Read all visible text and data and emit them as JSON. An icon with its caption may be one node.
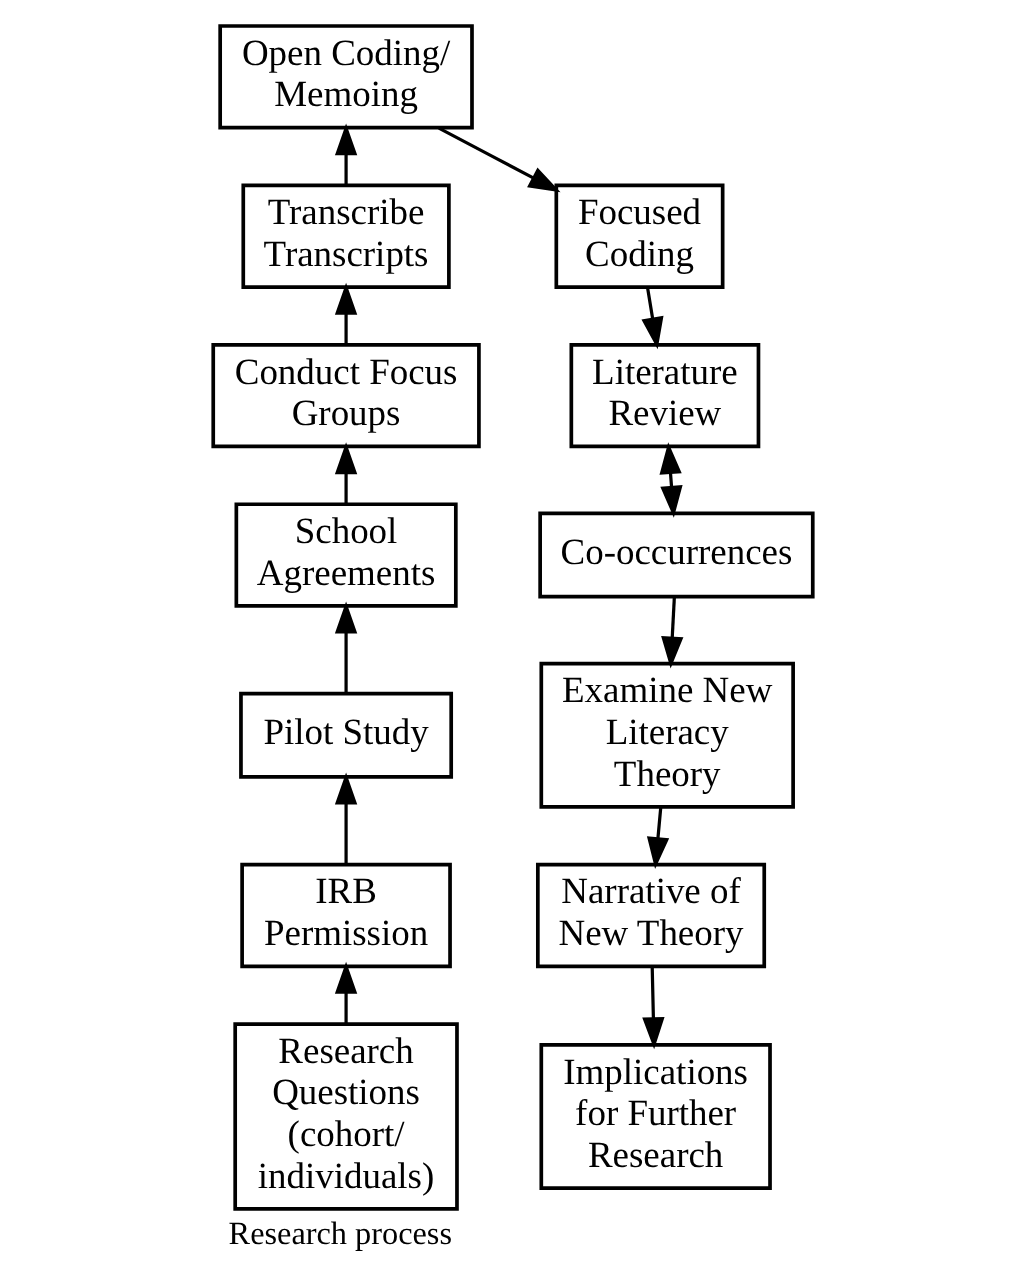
{
  "diagram": {
    "caption": "Research process",
    "nodes": [
      {
        "text": [
          "Open Coding/ Memoing"
        ]
      },
      {
        "text": [
          "Transcribe Transcripts"
        ]
      },
      {
        "text": [
          "Focused Coding"
        ]
      },
      {
        "text": [
          "Literature Review"
        ]
      },
      {
        "text": [
          "Conduct Focus Groups"
        ]
      },
      {
        "text": [
          "Co-occurrences"
        ]
      },
      {
        "text": [
          "Examine New Literacy Theory"
        ]
      },
      {
        "text": [
          "School Agreements"
        ]
      },
      {
        "text": [
          "Narrative of New Theory"
        ]
      },
      {
        "text": [
          "Pilot Study"
        ]
      },
      {
        "text": [
          "IRB Permission"
        ]
      },
      {
        "text": [
          "Implications for Further Research"
        ]
      },
      {
        "text": [
          "Research Questions (cohort/ individuals)"
        ]
      }
    ],
    "edges": [
      {
        "from": 12,
        "to": 10,
        "arrow": "to"
      },
      {
        "from": 10,
        "to": 9,
        "arrow": "to"
      },
      {
        "from": 9,
        "to": 7,
        "arrow": "to"
      },
      {
        "from": 7,
        "to": 4,
        "arrow": "to"
      },
      {
        "from": 4,
        "to": 1,
        "arrow": "to"
      },
      {
        "from": 1,
        "to": 0,
        "arrow": "to"
      },
      {
        "from": 0,
        "to": 2,
        "arrow": "to"
      },
      {
        "from": 2,
        "to": 3,
        "arrow": "to"
      },
      {
        "from": 3,
        "to": 5,
        "arrow": "both"
      },
      {
        "from": 5,
        "to": 6,
        "arrow": "to"
      },
      {
        "from": 6,
        "to": 8,
        "arrow": "to"
      },
      {
        "from": 8,
        "to": 11,
        "arrow": "to"
      }
    ]
  }
}
